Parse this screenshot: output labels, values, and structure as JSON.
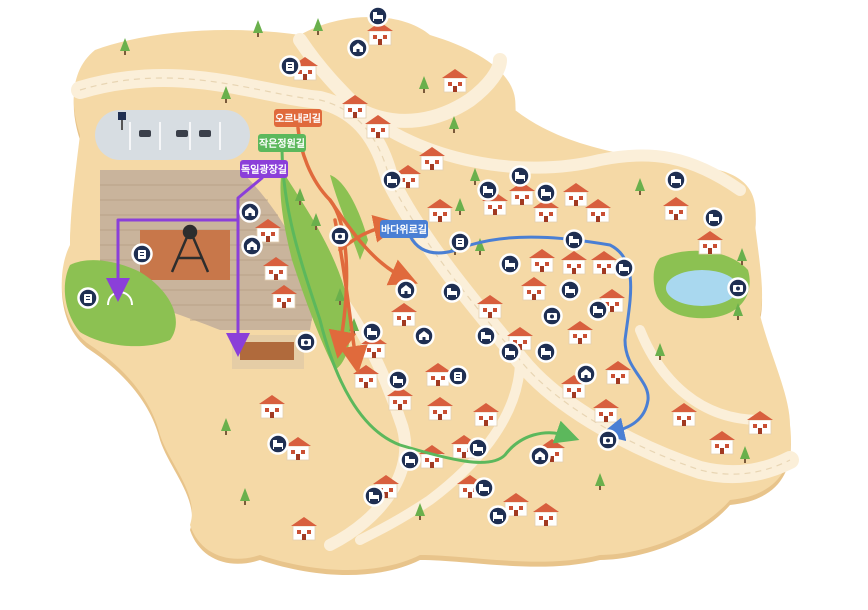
{
  "map": {
    "routes": [
      {
        "id": "orenaerigil",
        "label": "오르내리길",
        "color": "#e06a3c"
      },
      {
        "id": "jageunjeongwongil",
        "label": "작은정원길",
        "color": "#5cb85c"
      },
      {
        "id": "dongiljeongjanggil",
        "label": "독일광장길",
        "color": "#8b3fd9"
      },
      {
        "id": "bidawirogil",
        "label": "바다위로길",
        "color": "#4a7fd4"
      }
    ],
    "colors": {
      "land": "#f5d9a6",
      "land_shadow": "#e8c48b",
      "road": "#fbefd9",
      "grass": "#8cc152",
      "water": "#a9d8ef",
      "parking": "#d7dde2",
      "plaza": "#c9b49c",
      "roof": "#d85f3e",
      "house_wall": "#ffffff",
      "pin": "#1f2f52"
    },
    "pin_types": [
      "bed-icon",
      "camera-icon",
      "shop-icon",
      "info-icon",
      "parking-icon"
    ]
  }
}
